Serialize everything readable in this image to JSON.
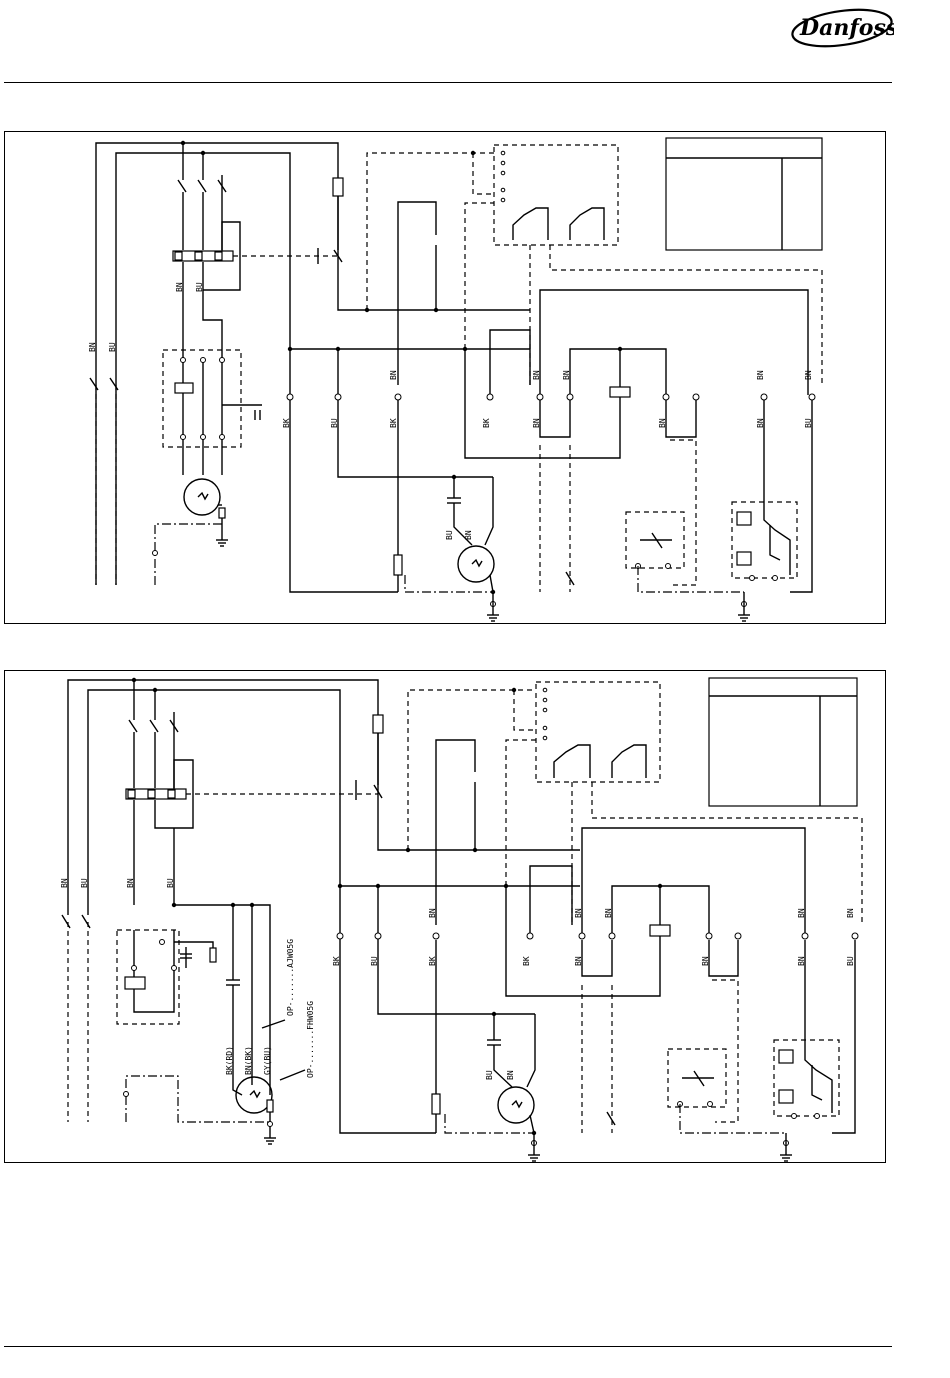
{
  "header": {
    "brand": "Danfoss"
  },
  "colors": {
    "ink": "#000000",
    "paper": "#ffffff"
  },
  "diagram_top": {
    "wire_labels": {
      "supply_bn": "BN",
      "supply_bu": "BU",
      "relay_bn": "BN",
      "relay_bu": "BU",
      "strip_top": [
        "BN",
        "BN",
        "BN",
        "BN",
        "BN"
      ],
      "strip_bottom": [
        "BK",
        "BU",
        "BK",
        "BK",
        "BN",
        "BN",
        "BN",
        "BU"
      ],
      "fan_bu": "BU",
      "fan_bn": "BN"
    }
  },
  "diagram_bottom": {
    "wire_labels": {
      "supply_bn": "BN",
      "supply_bu": "BU",
      "relay_bn": "BN",
      "relay_bu": "BU",
      "strip_top": [
        "BN",
        "BN",
        "BN",
        "BN",
        "BN"
      ],
      "strip_bottom": [
        "BK",
        "BU",
        "BK",
        "BK",
        "BN",
        "BN",
        "BN",
        "BU"
      ],
      "fan_bu": "BU",
      "fan_bn": "BN",
      "comp_bk": "BK(RD)",
      "comp_bn": "BN(BK)",
      "comp_gy": "GY(BU)",
      "op_ajw": "OP-.......AJW05G",
      "op_fhw": "OP-.......FHW05G"
    }
  }
}
